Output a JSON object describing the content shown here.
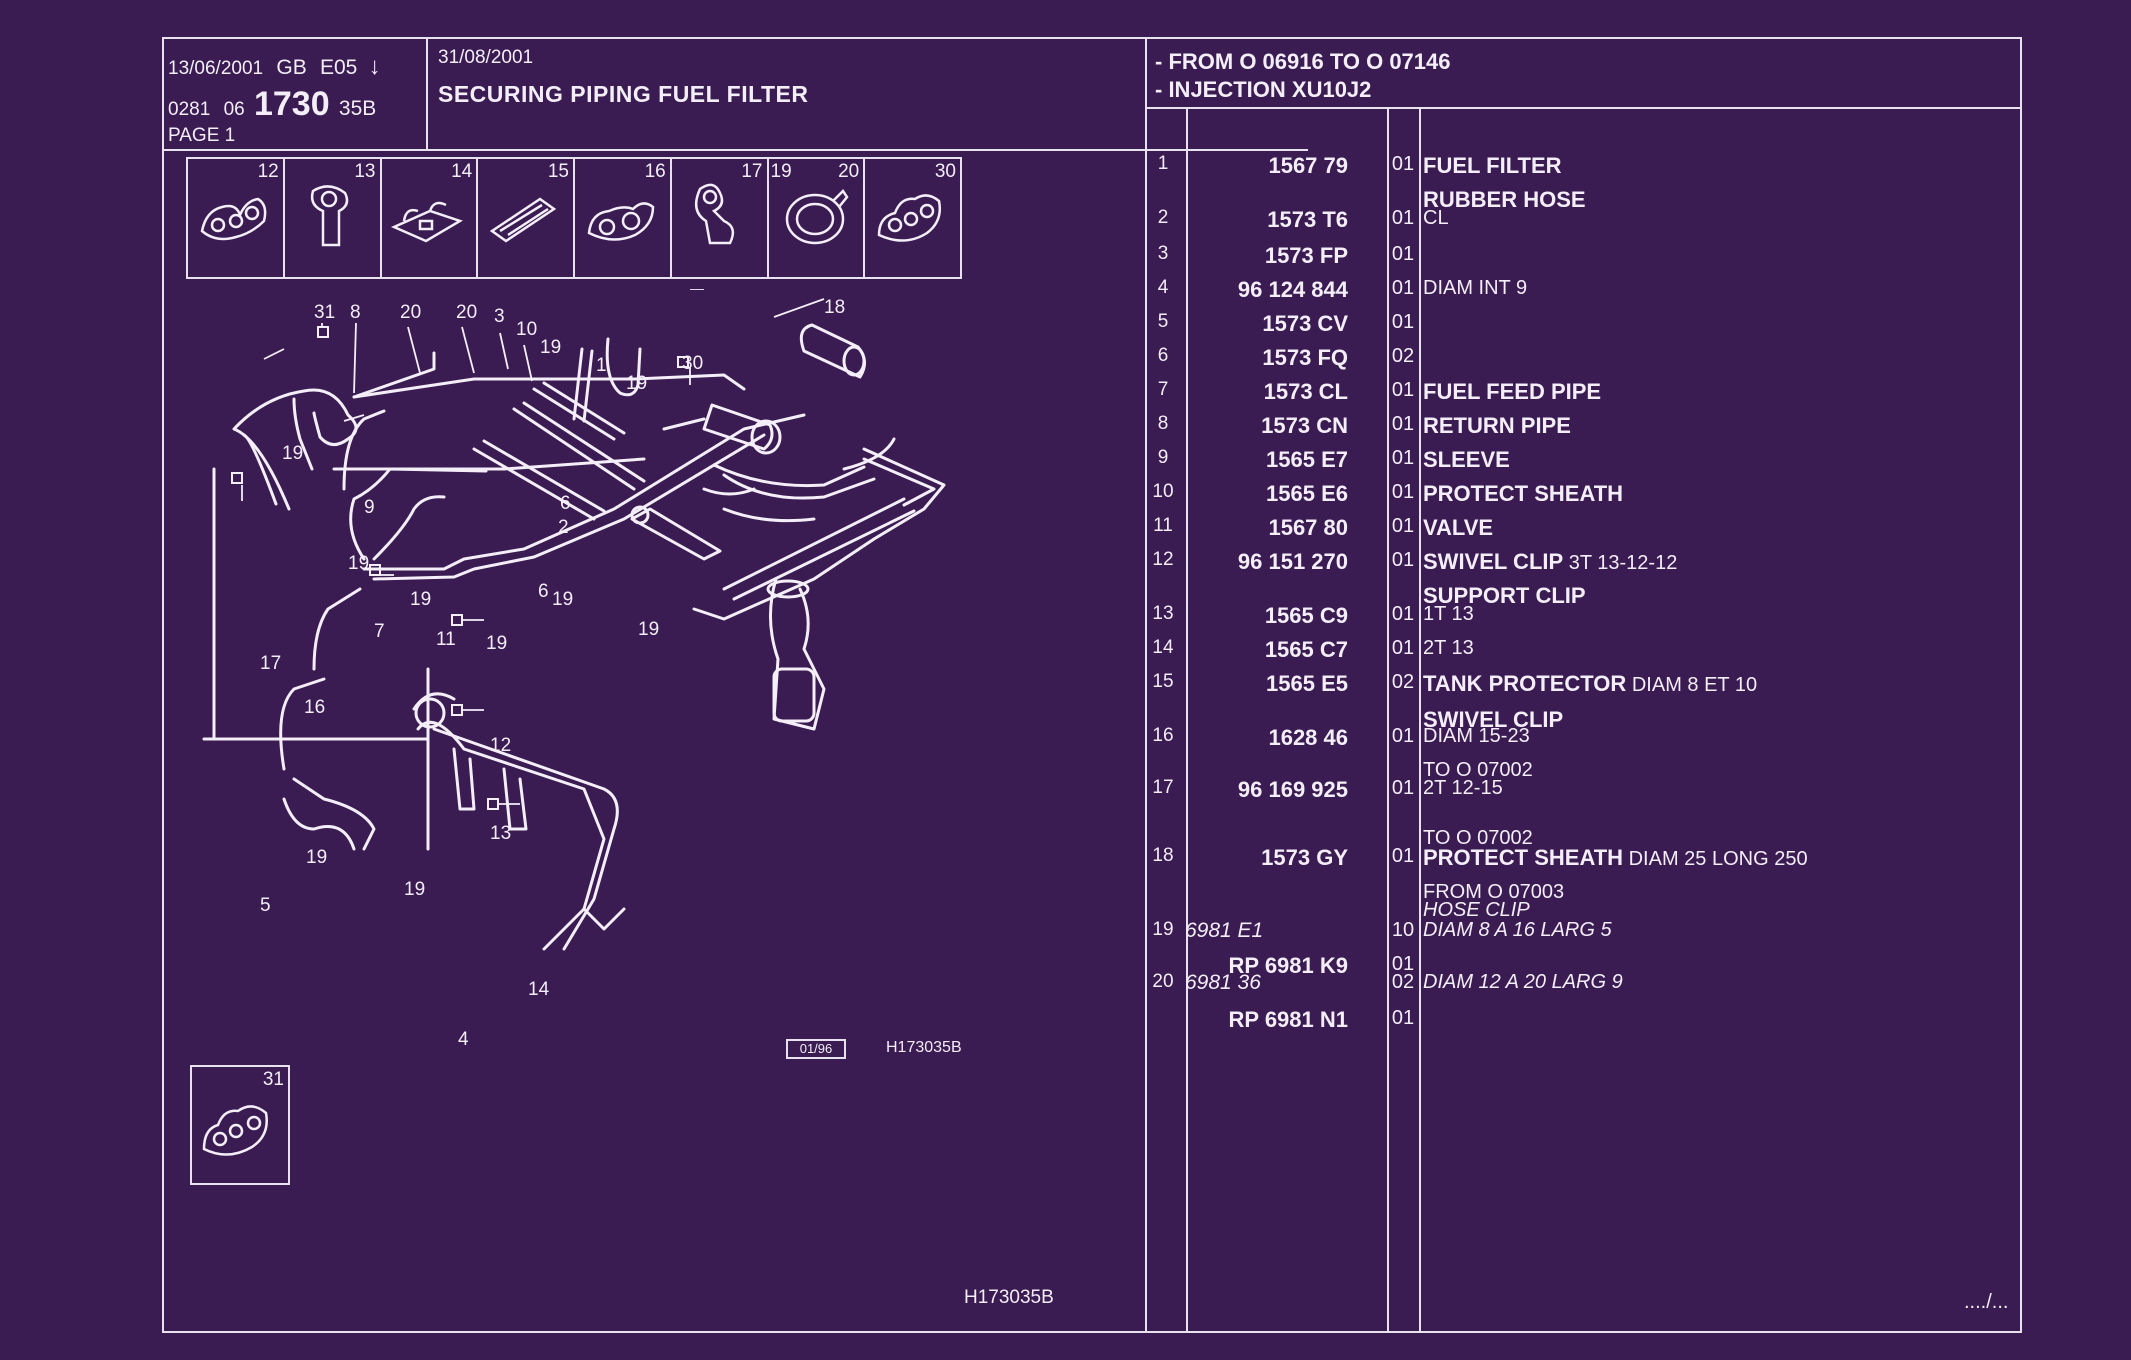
{
  "header": {
    "date_line": "13/06/2001",
    "lang": "GB",
    "code_e": "E05",
    "arrow": "↓",
    "group": "0281",
    "sub": "06",
    "main_num": "1730",
    "suffix": "35B",
    "page": "PAGE 1",
    "edit_date": "31/08/2001",
    "title": "SECURING PIPING FUEL FILTER",
    "from_line": "- FROM O 06916 TO O 07146",
    "injection_line": "- INJECTION XU10J2"
  },
  "icons": [
    {
      "num": "12",
      "name": "swivel-clip"
    },
    {
      "num": "13",
      "name": "support-clip"
    },
    {
      "num": "14",
      "name": "support-clip-2t"
    },
    {
      "num": "15",
      "name": "tank-protector"
    },
    {
      "num": "16",
      "name": "swivel-clip-diam"
    },
    {
      "num": "17",
      "name": "clip-2t"
    },
    {
      "num": "19",
      "name": "hose-clip"
    },
    {
      "num": "20",
      "name": "hose-clip-large"
    },
    {
      "num": "30",
      "name": "multi-clip"
    }
  ],
  "icon31": {
    "num": "31"
  },
  "diagram_labels": {
    "l31": "31",
    "l8": "8",
    "l20a": "20",
    "l20b": "20",
    "l3": "3",
    "l10": "10",
    "l19a": "19",
    "l18": "18",
    "l1": "1",
    "l19b": "19",
    "l30": "30",
    "l19c": "19",
    "l9": "9",
    "l6": "6",
    "l2": "2",
    "l19d": "19",
    "l19e": "19",
    "l7": "7",
    "l11": "11",
    "l19f": "19",
    "l6b": "6",
    "l19g": "19",
    "l19h": "19",
    "l17": "17",
    "l16": "16",
    "l12": "12",
    "l13": "13",
    "l19i": "19",
    "l5": "5",
    "l19j": "19",
    "l14": "14",
    "l4": "4"
  },
  "ref_box": "01/96",
  "ref_code": "H173035B",
  "bottom_code": "H173035B",
  "continued": "..../...",
  "parts": [
    {
      "idx": "1",
      "ref": "1567 79",
      "qty": "01",
      "name": "FUEL FILTER",
      "detail": ""
    },
    {
      "idx": "",
      "ref": "",
      "qty": "",
      "name": "RUBBER HOSE",
      "detail": ""
    },
    {
      "idx": "2",
      "ref": "1573 T6",
      "qty": "01",
      "name": "",
      "detail": "CL"
    },
    {
      "idx": "3",
      "ref": "1573 FP",
      "qty": "01",
      "name": "",
      "detail": ""
    },
    {
      "idx": "4",
      "ref": "96 124 844",
      "qty": "01",
      "name": "",
      "detail": "DIAM INT 9"
    },
    {
      "idx": "5",
      "ref": "1573 CV",
      "qty": "01",
      "name": "",
      "detail": ""
    },
    {
      "idx": "6",
      "ref": "1573 FQ",
      "qty": "02",
      "name": "",
      "detail": ""
    },
    {
      "idx": "7",
      "ref": "1573 CL",
      "qty": "01",
      "name": "FUEL FEED PIPE",
      "detail": ""
    },
    {
      "idx": "8",
      "ref": "1573 CN",
      "qty": "01",
      "name": "RETURN PIPE",
      "detail": ""
    },
    {
      "idx": "9",
      "ref": "1565 E7",
      "qty": "01",
      "name": "SLEEVE",
      "detail": ""
    },
    {
      "idx": "10",
      "ref": "1565 E6",
      "qty": "01",
      "name": "PROTECT SHEATH",
      "detail": ""
    },
    {
      "idx": "11",
      "ref": "1567 80",
      "qty": "01",
      "name": "VALVE",
      "detail": ""
    },
    {
      "idx": "12",
      "ref": "96 151 270",
      "qty": "01",
      "name": "SWIVEL CLIP",
      "detail": "3T 13-12-12"
    },
    {
      "idx": "",
      "ref": "",
      "qty": "",
      "name": "SUPPORT CLIP",
      "detail": ""
    },
    {
      "idx": "13",
      "ref": "1565 C9",
      "qty": "01",
      "name": "",
      "detail": "1T 13"
    },
    {
      "idx": "14",
      "ref": "1565 C7",
      "qty": "01",
      "name": "",
      "detail": "2T 13"
    },
    {
      "idx": "15",
      "ref": "1565 E5",
      "qty": "02",
      "name": "TANK PROTECTOR",
      "detail": "DIAM 8 ET 10"
    },
    {
      "idx": "",
      "ref": "",
      "qty": "",
      "name": "SWIVEL CLIP",
      "detail": ""
    },
    {
      "idx": "16",
      "ref": "1628 46",
      "qty": "01",
      "name": "",
      "detail": "DIAM 15-23"
    },
    {
      "idx": "",
      "ref": "",
      "qty": "",
      "name": "",
      "detail": "TO O 07002"
    },
    {
      "idx": "17",
      "ref": "96 169 925",
      "qty": "01",
      "name": "",
      "detail": "2T 12-15"
    },
    {
      "idx": "",
      "ref": "",
      "qty": "",
      "name": "",
      "detail": "TO O 07002"
    },
    {
      "idx": "18",
      "ref": "1573 GY",
      "qty": "01",
      "name": "PROTECT SHEATH",
      "detail": "DIAM 25 LONG 250"
    },
    {
      "idx": "",
      "ref": "",
      "qty": "",
      "name": "",
      "detail": "FROM O 07003"
    },
    {
      "idx": "",
      "ref": "",
      "qty": "",
      "name": "",
      "detail": "HOSE CLIP"
    },
    {
      "idx": "19",
      "italic_ref": "6981 E1",
      "ref": "",
      "qty": "10",
      "name": "",
      "detail": "DIAM 8 A 16 LARG 5"
    },
    {
      "idx": "",
      "ref": "RP 6981 K9",
      "qty": "01",
      "name": "",
      "detail": ""
    },
    {
      "idx": "20",
      "italic_ref": "6981 36",
      "ref": "",
      "qty": "02",
      "name": "",
      "detail": "DIAM 12 A 20 LARG 9"
    },
    {
      "idx": "",
      "ref": "RP 6981 N1",
      "qty": "01",
      "name": "",
      "detail": ""
    }
  ]
}
